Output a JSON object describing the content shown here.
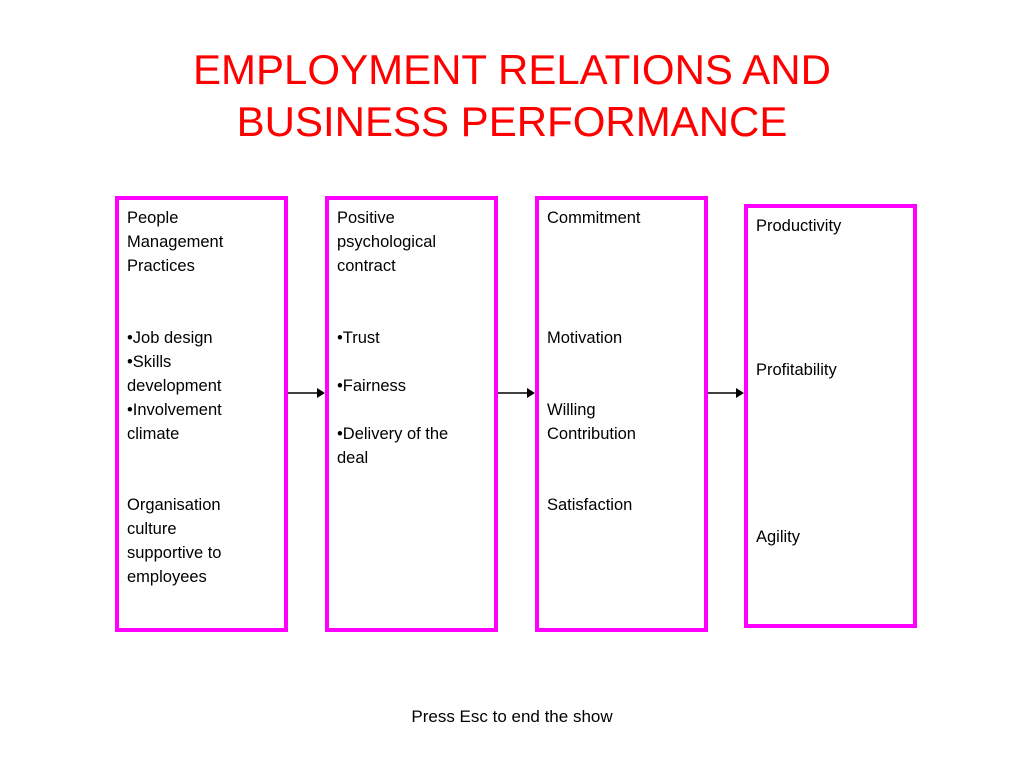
{
  "slide": {
    "title_line_1": "EMPLOYMENT RELATIONS AND",
    "title_line_2": "BUSINESS PERFORMANCE",
    "footer": "Press Esc to end the show"
  },
  "colors": {
    "title": "#ff0000",
    "box_border": "#ff00ff",
    "arrow": "#000000"
  },
  "boxes": [
    {
      "lines": [
        "People",
        "Management",
        "Practices",
        "•Job design",
        "•Skills",
        "development",
        "•Involvement",
        "climate",
        "Organisation",
        "culture",
        "supportive to",
        "employees"
      ]
    },
    {
      "lines": [
        "Positive",
        "psychological",
        "contract",
        "•Trust",
        "•Fairness",
        "•Delivery of the",
        "deal"
      ]
    },
    {
      "lines": [
        "Commitment",
        "Motivation",
        "Willing",
        "Contribution",
        "Satisfaction"
      ]
    },
    {
      "lines": [
        "Productivity",
        "Profitability",
        "Agility"
      ]
    }
  ]
}
